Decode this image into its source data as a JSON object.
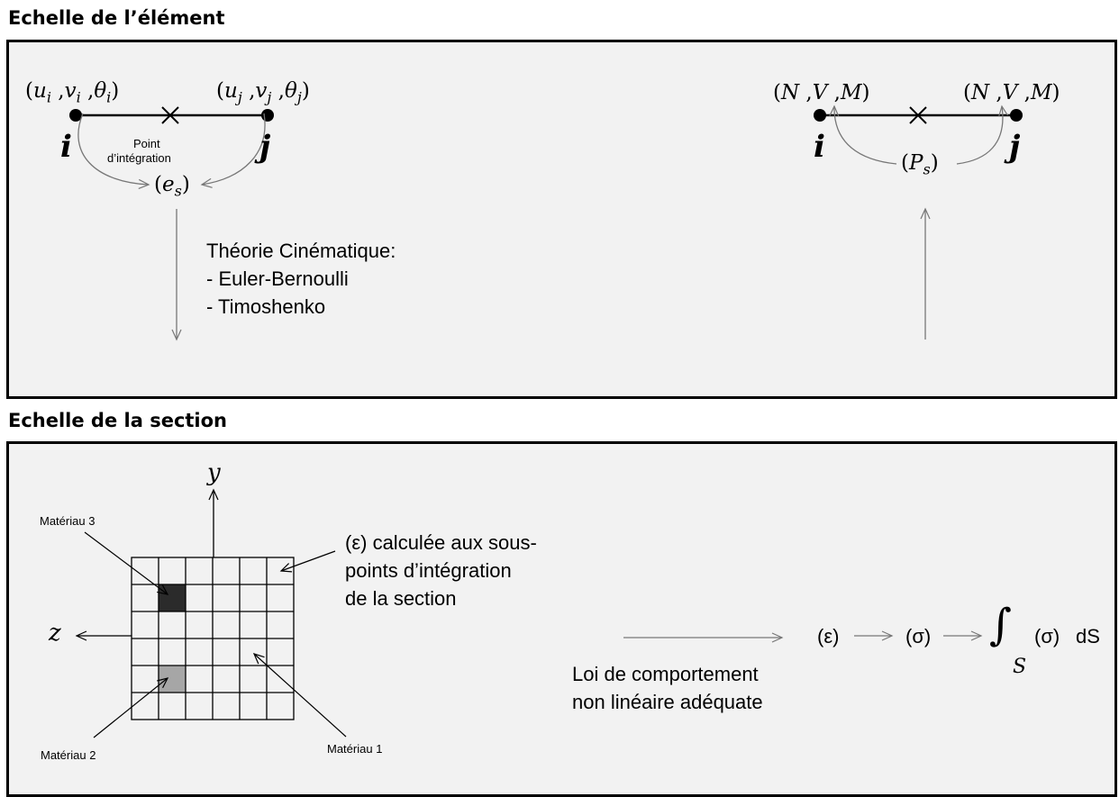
{
  "element_scale": {
    "title": "Echelle de l’élément",
    "left": {
      "dof_i": {
        "open": "(",
        "u": "u",
        "u_sub": "i",
        "sep1": " ,",
        "v": "v",
        "v_sub": "i",
        "sep2": " ,",
        "theta": "θ",
        "theta_sub": "i",
        "close": ")"
      },
      "dof_j": {
        "open": "(",
        "u": "u",
        "u_sub": "j",
        "sep1": " ,",
        "v": "v",
        "v_sub": "j",
        "sep2": " ,",
        "theta": "θ",
        "theta_sub": "j",
        "close": ")"
      },
      "node_i": "i",
      "node_j": "j",
      "integration_point_line1": "Point",
      "integration_point_line2": "d’intégration",
      "strain_open": "(",
      "strain_symbol": "e",
      "strain_sub": "s",
      "strain_close": ")"
    },
    "theory": {
      "title": "Théorie Cinématique:",
      "items": [
        "- Euler-Bernoulli",
        "- Timoshenko"
      ]
    },
    "right": {
      "forces_i": {
        "open": "(",
        "n": "N",
        "sep1": " ,",
        "v": "V",
        "sep2": " ,",
        "m": "M",
        "close": ")"
      },
      "forces_j": {
        "open": "(",
        "n": "N",
        "sep1": " ,",
        "v": "V",
        "sep2": " ,",
        "m": "M",
        "close": ")"
      },
      "node_i": "i",
      "node_j": "j",
      "stress_open": "(",
      "stress_symbol": "P",
      "stress_sub": "s",
      "stress_close": ")"
    }
  },
  "section_scale": {
    "title": "Echelle de la section",
    "axis_y": "y",
    "axis_z": "z",
    "material_1": "Matériau 1",
    "material_2": "Matériau 2",
    "material_3": "Matériau 3",
    "strain_note": [
      "(ε) calculée aux sous-",
      "points d’intégration",
      "de la section"
    ],
    "law": [
      "Loi de comportement",
      "non linéaire adéquate"
    ],
    "formula": {
      "eps": "(ε)",
      "sigma": "(σ)",
      "integral": "∫",
      "domain": "S",
      "integrand": "(σ)",
      "ds": "dS"
    },
    "colors": {
      "material_3": "#2b2b2b",
      "material_2": "#a6a6a6",
      "material_1": "#ffffff"
    }
  }
}
